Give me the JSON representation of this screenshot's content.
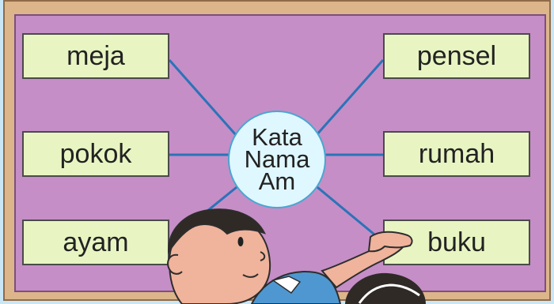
{
  "diagram": {
    "center": {
      "line1": "Kata",
      "line2": "Nama",
      "line3": "Am"
    },
    "left_cards": [
      {
        "label": "meja"
      },
      {
        "label": "pokok"
      },
      {
        "label": "ayam"
      }
    ],
    "right_cards": [
      {
        "label": "pensel"
      },
      {
        "label": "rumah"
      },
      {
        "label": "buku"
      }
    ]
  },
  "colors": {
    "board_outer": "#ddb58a",
    "board_inner": "#c58ec6",
    "card_fill": "#e8f5c2",
    "center_fill": "#dff7ff",
    "connector": "#2b73b8"
  }
}
